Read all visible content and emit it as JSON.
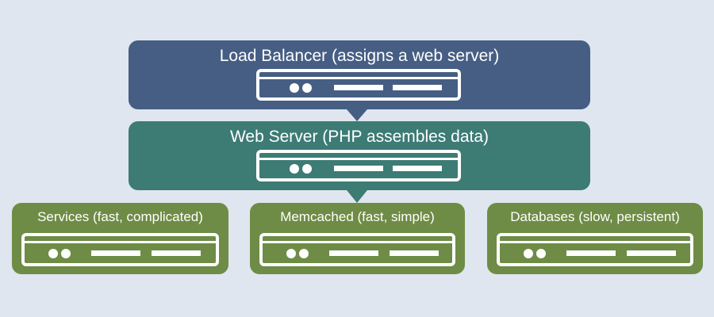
{
  "load_balancer": {
    "title": "Load Balancer (assigns a web server)"
  },
  "web_server": {
    "title": "Web Server (PHP assembles data)"
  },
  "backends": [
    {
      "title": "Services (fast, complicated)"
    },
    {
      "title": "Memcached (fast, simple)"
    },
    {
      "title": "Databases (slow, persistent)"
    }
  ],
  "colors": {
    "background": "#dfe6ef",
    "load_balancer": "#465e83",
    "web_server": "#3d7b75",
    "backend": "#6e8c45"
  },
  "icons": [
    "server-icon"
  ]
}
